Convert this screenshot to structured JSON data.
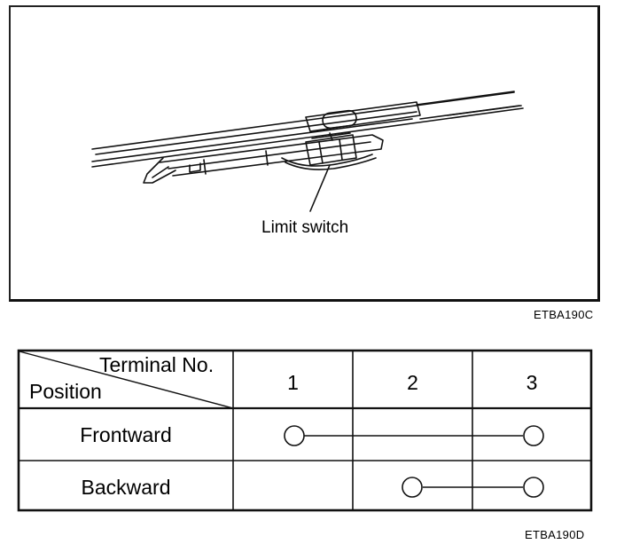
{
  "illustration": {
    "callout_label": "Limit switch",
    "figure_code": "ETBA190C"
  },
  "table": {
    "header_top": "Terminal No.",
    "header_bottom": "Position",
    "terminals": [
      "1",
      "2",
      "3"
    ],
    "rows": [
      {
        "position": "Frontward",
        "connects": [
          "1",
          "3"
        ]
      },
      {
        "position": "Backward",
        "connects": [
          "2",
          "3"
        ]
      }
    ],
    "figure_code": "ETBA190D"
  }
}
